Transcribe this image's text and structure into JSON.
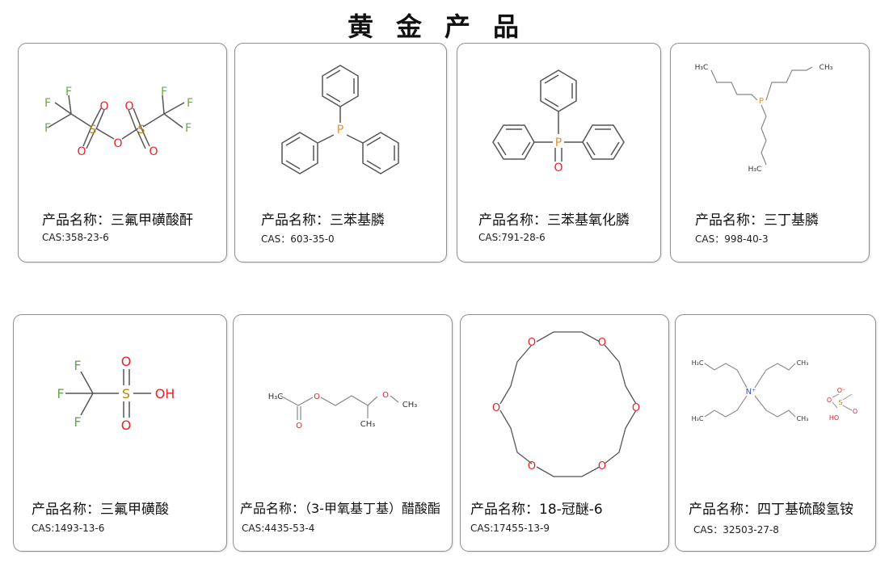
{
  "title": "黄金产品",
  "products": [
    {
      "name": "产品名称：三氟甲磺酸酐",
      "cas": "CAS:358-23-6"
    },
    {
      "name": "产品名称：三苯基膦",
      "cas": "CAS：603-35-0"
    },
    {
      "name": "产品名称：三苯基氧化膦",
      "cas": "CAS:791-28-6"
    },
    {
      "name": "产品名称：三丁基膦",
      "cas": "CAS：998-40-3"
    },
    {
      "name": "产品名称：三氟甲磺酸",
      "cas": "CAS:1493-13-6"
    },
    {
      "name": "产品名称：（3-甲氧基丁基）醋酸酯",
      "cas": "CAS:4435-53-4"
    },
    {
      "name": "产品名称：18-冠醚-6",
      "cas": "CAS:17455-13-9"
    },
    {
      "name": "产品名称：四丁基硫酸氢铵",
      "cas": "CAS：32503-27-8"
    }
  ],
  "structure_labels": {
    "triflic_anhydride": [
      "F",
      "F",
      "F",
      "S",
      "O",
      "O",
      "O",
      "S",
      "O",
      "O",
      "F",
      "F",
      "F"
    ],
    "triphenylphosphine": [
      "P"
    ],
    "triphenylphosphine_oxide": [
      "P",
      "O"
    ],
    "tributylphosphine": [
      "H₃C",
      "P",
      "CH₃",
      "H₃C"
    ],
    "triflic_acid": [
      "F",
      "F",
      "F",
      "S",
      "O",
      "O",
      "OH"
    ],
    "methoxybutyl_acetate": [
      "H₃C",
      "O",
      "O",
      "O",
      "CH₃",
      "CH₃"
    ],
    "crown_ether": [
      "O",
      "O",
      "O",
      "O",
      "O",
      "O"
    ],
    "tbahs": [
      "H₃C",
      "CH₃",
      "N⁺",
      "H₃C",
      "CH₃",
      "O⁻",
      "O",
      "S",
      "O",
      "HO"
    ]
  },
  "colors": {
    "fluorine": "#6aa84f",
    "oxygen": "#e8202a",
    "sulfur": "#b8860b",
    "phosphorus": "#e69138",
    "nitrogen": "#3355cc",
    "bond": "#555555"
  }
}
